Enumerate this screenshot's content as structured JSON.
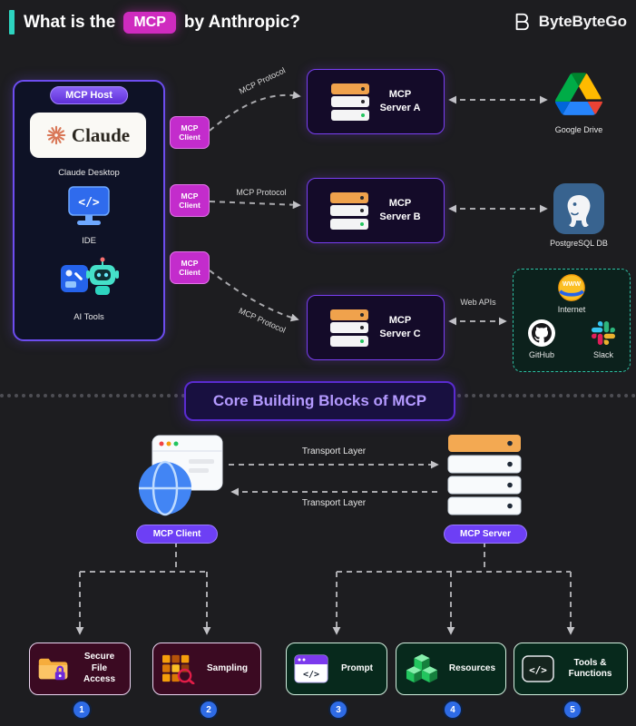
{
  "header": {
    "title_prefix": "What is the",
    "badge": "MCP",
    "title_suffix": "by Anthropic?",
    "brand": "ByteByteGo"
  },
  "host": {
    "pill": "MCP Host",
    "claude_wordmark": "Claude",
    "claude_label": "Claude Desktop",
    "ide_label": "IDE",
    "ai_tools_label": "AI Tools"
  },
  "clients": {
    "label": "MCP Client"
  },
  "servers": [
    {
      "line1": "MCP",
      "line2": "Server A"
    },
    {
      "line1": "MCP",
      "line2": "Server B"
    },
    {
      "line1": "MCP",
      "line2": "Server C"
    }
  ],
  "connections": {
    "protocol_label": "MCP Protocol",
    "web_apis_label": "Web APIs",
    "transport_label": "Transport Layer"
  },
  "external": {
    "google_drive": "Google Drive",
    "postgresql": "PostgreSQL DB",
    "internet": "Internet",
    "github": "GitHub",
    "slack": "Slack"
  },
  "icons": {
    "code": "</>",
    "www": "WWW"
  },
  "core": {
    "title": "Core Building Blocks of MCP",
    "client_pill": "MCP Client",
    "server_pill": "MCP Server",
    "blocks": [
      {
        "num": "1",
        "label": "Secure File Access"
      },
      {
        "num": "2",
        "label": "Sampling"
      },
      {
        "num": "3",
        "label": "Prompt"
      },
      {
        "num": "4",
        "label": "Resources"
      },
      {
        "num": "5",
        "label": "Tools & Functions"
      }
    ]
  },
  "colors": {
    "accent_teal": "#2dd4bf",
    "badge_magenta": "#cf2bbf",
    "purple": "#7a3ff2",
    "client_magenta": "#c32ccc",
    "badge_blue": "#2e6be6"
  }
}
